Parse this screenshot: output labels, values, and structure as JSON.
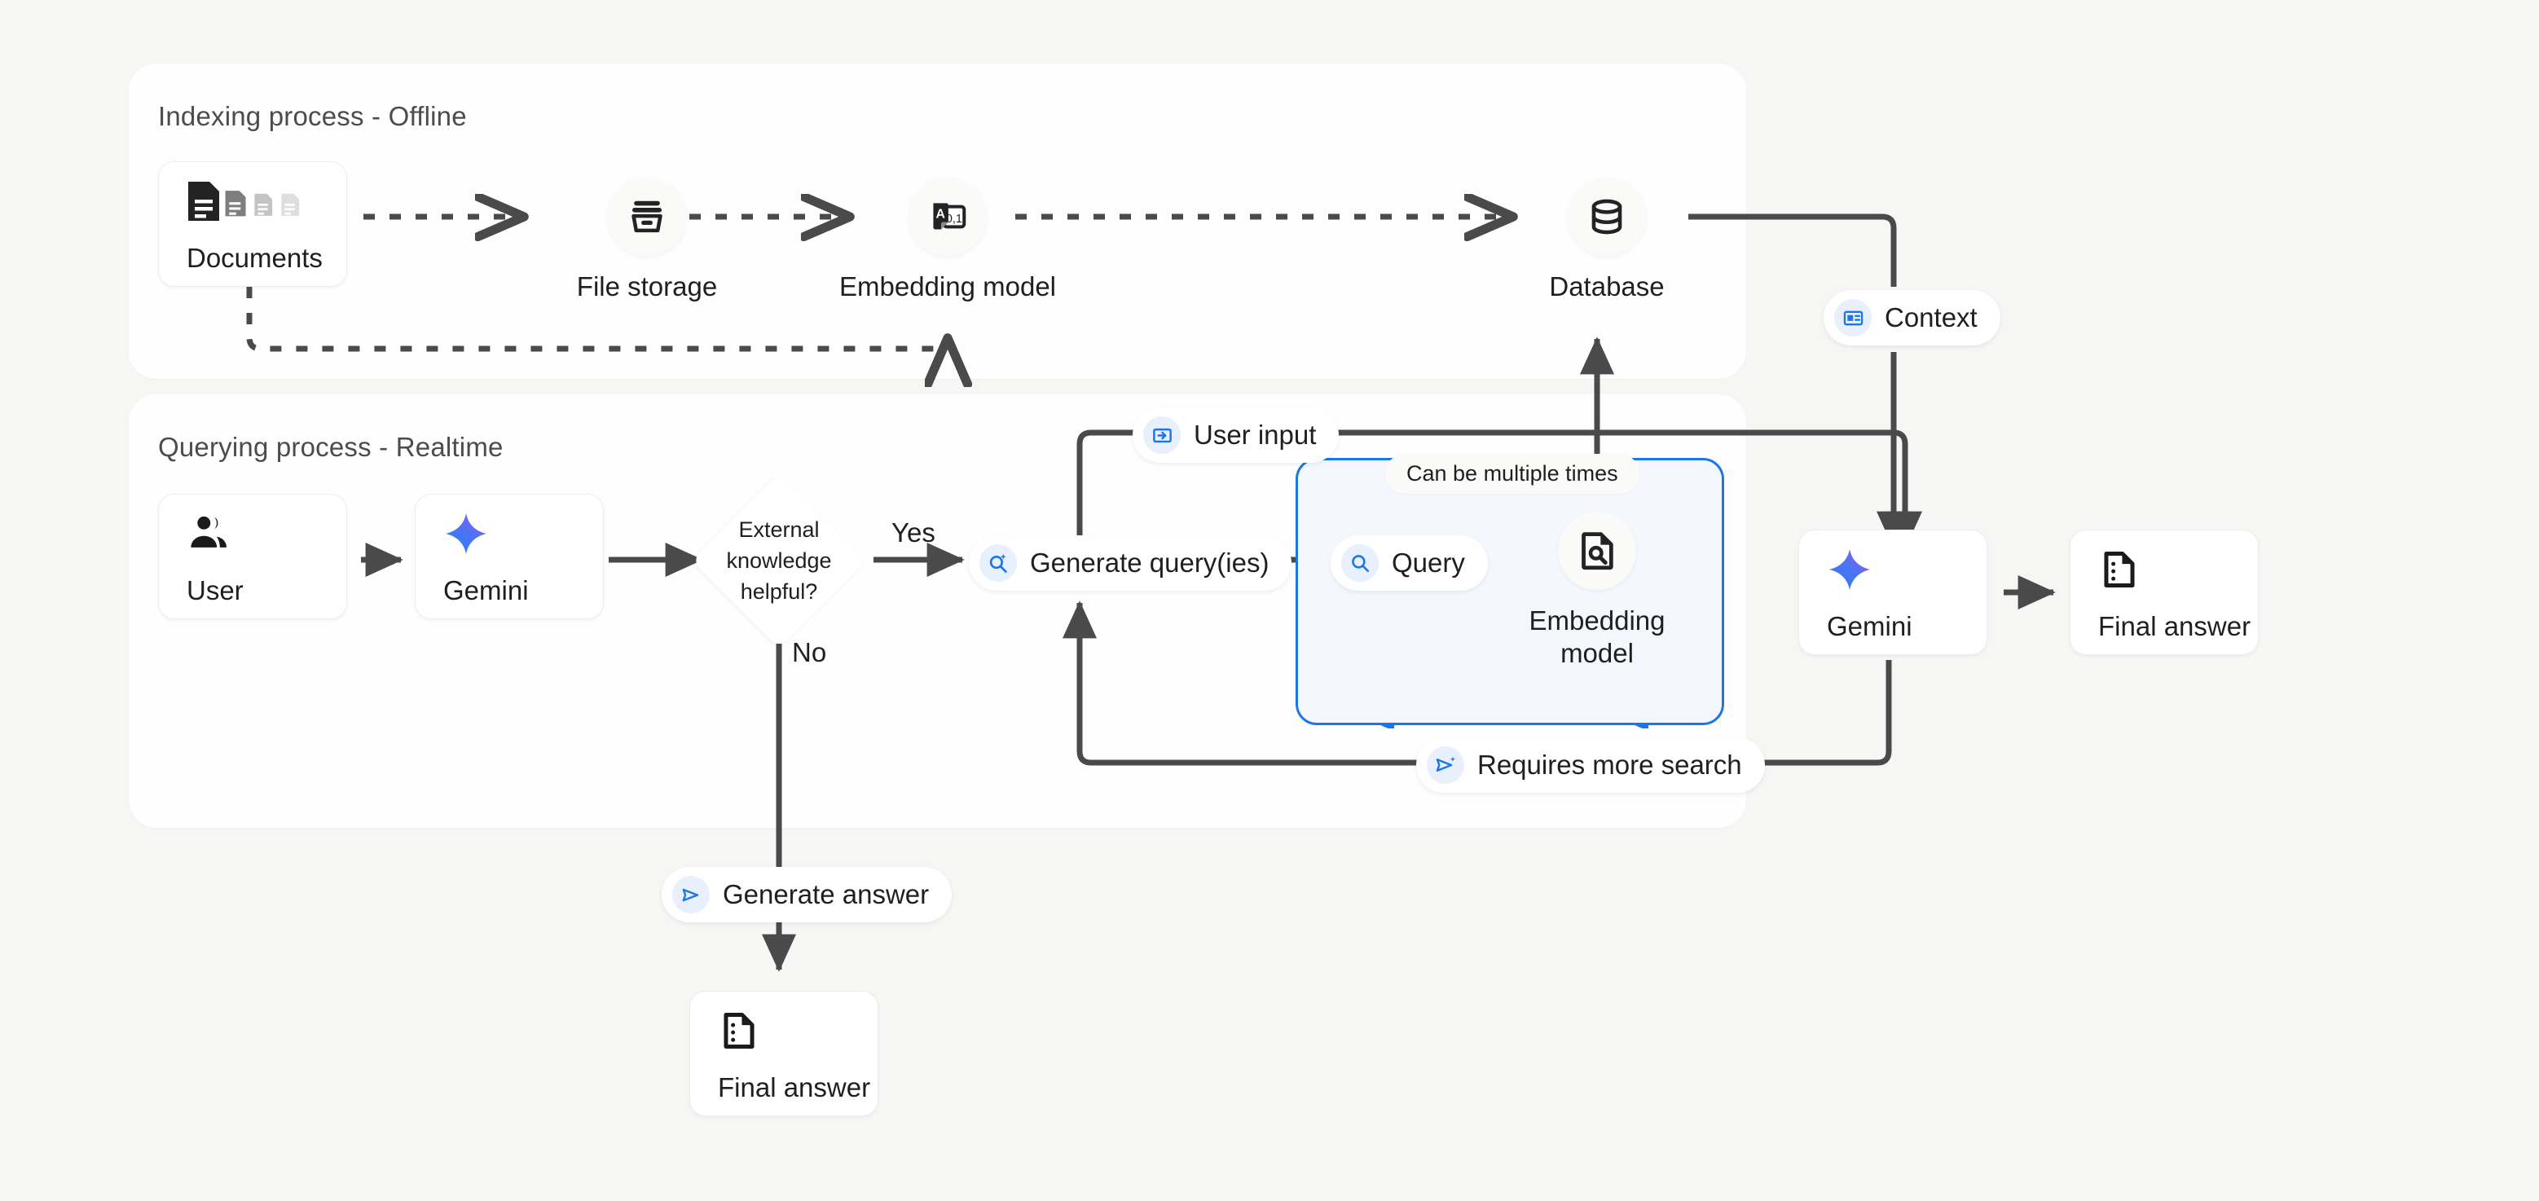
{
  "diagram": {
    "title_indexing": "Indexing process - Offline",
    "title_querying": "Querying process - Realtime"
  },
  "indexing": {
    "documents": {
      "label": "Documents",
      "icon": "documents-icon"
    },
    "file_storage": {
      "label": "File storage",
      "icon": "file-storage-icon"
    },
    "embedding_model": {
      "label": "Embedding model",
      "icon": "embedding-model-icon"
    },
    "database": {
      "label": "Database",
      "icon": "database-icon"
    }
  },
  "querying": {
    "user": {
      "label": "User",
      "icon": "users-icon"
    },
    "gemini_left": {
      "label": "Gemini",
      "icon": "gemini-sparkle-icon"
    },
    "decision": {
      "line1": "External",
      "line2": "knowledge",
      "line3": "helpful?"
    },
    "yes_label": "Yes",
    "no_label": "No",
    "generate_queries": {
      "label": "Generate query(ies)",
      "icon": "search-sparkle-icon"
    },
    "user_input": {
      "label": "User input",
      "icon": "login-arrow-icon"
    },
    "loop": {
      "repeat_note": "Can be multiple times",
      "query": {
        "label": "Query",
        "icon": "magnifier-icon"
      },
      "embedding_model": {
        "line1": "Embedding",
        "line2": "model",
        "icon": "document-search-icon"
      }
    },
    "requires_more_search": {
      "label": "Requires more search",
      "icon": "send-sparkle-icon"
    },
    "context": {
      "label": "Context",
      "icon": "context-card-icon"
    },
    "gemini_right": {
      "label": "Gemini",
      "icon": "gemini-sparkle-icon"
    },
    "final_answer_right": {
      "label": "Final answer",
      "icon": "final-answer-icon"
    },
    "generate_answer": {
      "label": "Generate answer",
      "icon": "send-icon"
    },
    "final_answer_bottom": {
      "label": "Final answer",
      "icon": "final-answer-icon"
    }
  },
  "colors": {
    "background": "#F6F6F4",
    "panel": "#FEFEFE",
    "edge": "#4A4A4A",
    "accent_blue": "#1B76E8",
    "loop_fill": "#F4F8FE",
    "icon_chip": "#E8F0FE",
    "gemini_from": "#4E7FF5",
    "gemini_to": "#8B5CF6"
  }
}
